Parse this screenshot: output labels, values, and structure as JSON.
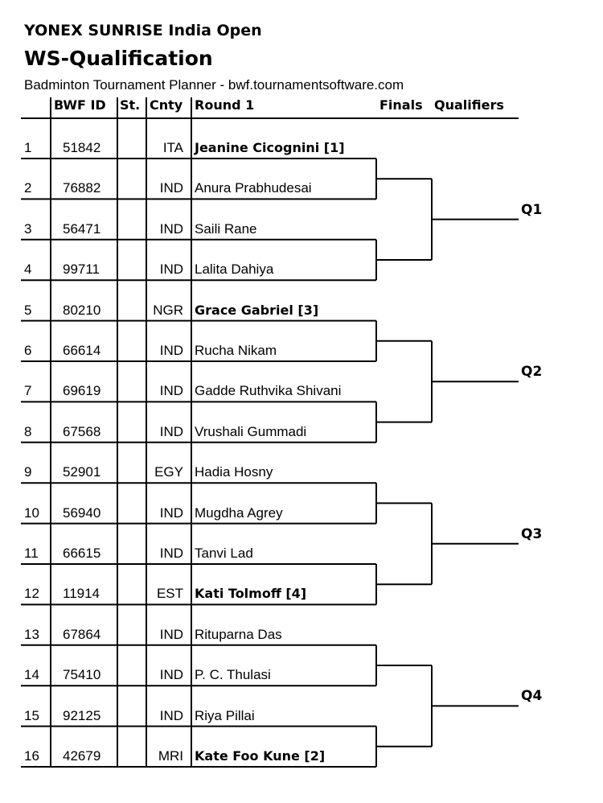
{
  "header": {
    "event": "YONEX SUNRISE India Open",
    "draw": "WS-Qualification",
    "planner": "Badminton Tournament Planner - bwf.tournamentsoftware.com"
  },
  "columns": {
    "bwf_id": "BWF ID",
    "status": "St.",
    "country": "Cnty",
    "round1": "Round 1",
    "finals": "Finals",
    "qualifiers": "Qualifiers"
  },
  "entries": [
    {
      "pos": "1",
      "bwf_id": "51842",
      "cnty": "ITA",
      "name": "Jeanine Cicognini [1]",
      "seeded": true
    },
    {
      "pos": "2",
      "bwf_id": "76882",
      "cnty": "IND",
      "name": "Anura Prabhudesai",
      "seeded": false
    },
    {
      "pos": "3",
      "bwf_id": "56471",
      "cnty": "IND",
      "name": "Saili Rane",
      "seeded": false
    },
    {
      "pos": "4",
      "bwf_id": "99711",
      "cnty": "IND",
      "name": "Lalita Dahiya",
      "seeded": false
    },
    {
      "pos": "5",
      "bwf_id": "80210",
      "cnty": "NGR",
      "name": "Grace Gabriel [3]",
      "seeded": true
    },
    {
      "pos": "6",
      "bwf_id": "66614",
      "cnty": "IND",
      "name": "Rucha Nikam",
      "seeded": false
    },
    {
      "pos": "7",
      "bwf_id": "69619",
      "cnty": "IND",
      "name": "Gadde Ruthvika Shivani",
      "seeded": false
    },
    {
      "pos": "8",
      "bwf_id": "67568",
      "cnty": "IND",
      "name": "Vrushali Gummadi",
      "seeded": false
    },
    {
      "pos": "9",
      "bwf_id": "52901",
      "cnty": "EGY",
      "name": "Hadia Hosny",
      "seeded": false
    },
    {
      "pos": "10",
      "bwf_id": "56940",
      "cnty": "IND",
      "name": "Mugdha Agrey",
      "seeded": false
    },
    {
      "pos": "11",
      "bwf_id": "66615",
      "cnty": "IND",
      "name": "Tanvi Lad",
      "seeded": false
    },
    {
      "pos": "12",
      "bwf_id": "11914",
      "cnty": "EST",
      "name": "Kati Tolmoff [4]",
      "seeded": true
    },
    {
      "pos": "13",
      "bwf_id": "67864",
      "cnty": "IND",
      "name": "Rituparna Das",
      "seeded": false
    },
    {
      "pos": "14",
      "bwf_id": "75410",
      "cnty": "IND",
      "name": "P. C. Thulasi",
      "seeded": false
    },
    {
      "pos": "15",
      "bwf_id": "92125",
      "cnty": "IND",
      "name": "Riya Pillai",
      "seeded": false
    },
    {
      "pos": "16",
      "bwf_id": "42679",
      "cnty": "MRI",
      "name": "Kate Foo Kune [2]",
      "seeded": true
    }
  ],
  "qualifiers": [
    "Q1",
    "Q2",
    "Q3",
    "Q4"
  ]
}
